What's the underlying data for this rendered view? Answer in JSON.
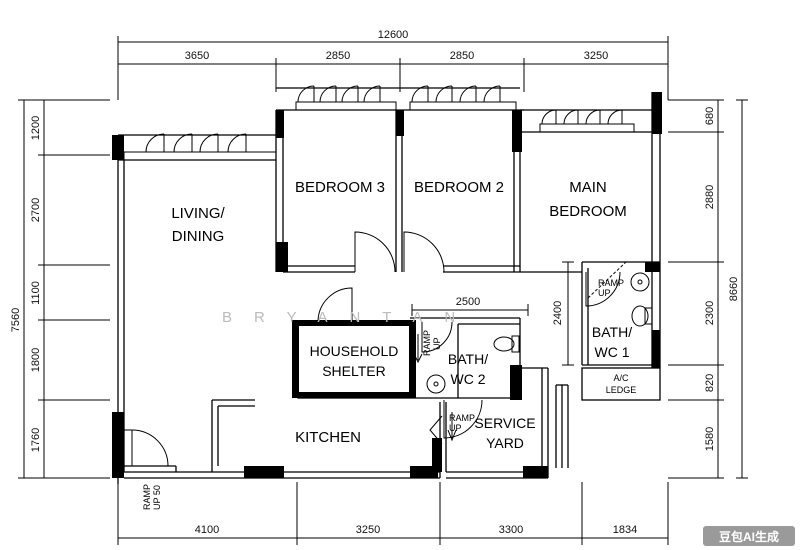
{
  "dimensions": {
    "top_total": "12600",
    "top": [
      "3650",
      "2850",
      "2850",
      "3250"
    ],
    "bottom": [
      "4100",
      "3250",
      "3300",
      "1834"
    ],
    "left_total": "7560",
    "left": [
      "1200",
      "2700",
      "1100",
      "1800",
      "1760"
    ],
    "right_total": "8660",
    "right": [
      "680",
      "2880",
      "2300",
      "820",
      "1580"
    ],
    "inner_2500": "2500",
    "inner_2400": "2400"
  },
  "rooms": {
    "living_line1": "LIVING/",
    "living_line2": "DINING",
    "bedroom3": "BEDROOM 3",
    "bedroom2": "BEDROOM 2",
    "main_line1": "MAIN",
    "main_line2": "BEDROOM",
    "shelter_line1": "HOUSEHOLD",
    "shelter_line2": "SHELTER",
    "bath2_line1": "BATH/",
    "bath2_line2": "WC 2",
    "bath1_line1": "BATH/",
    "bath1_line2": "WC 1",
    "kitchen": "KITCHEN",
    "service_line1": "SERVICE",
    "service_line2": "YARD",
    "ac_line1": "A/C",
    "ac_line2": "LEDGE"
  },
  "ramps": {
    "ramp": "RAMP",
    "up": "UP",
    "up_50": "UP 50"
  },
  "watermark": "BRYANTAN",
  "logo": "豆包AI生成"
}
